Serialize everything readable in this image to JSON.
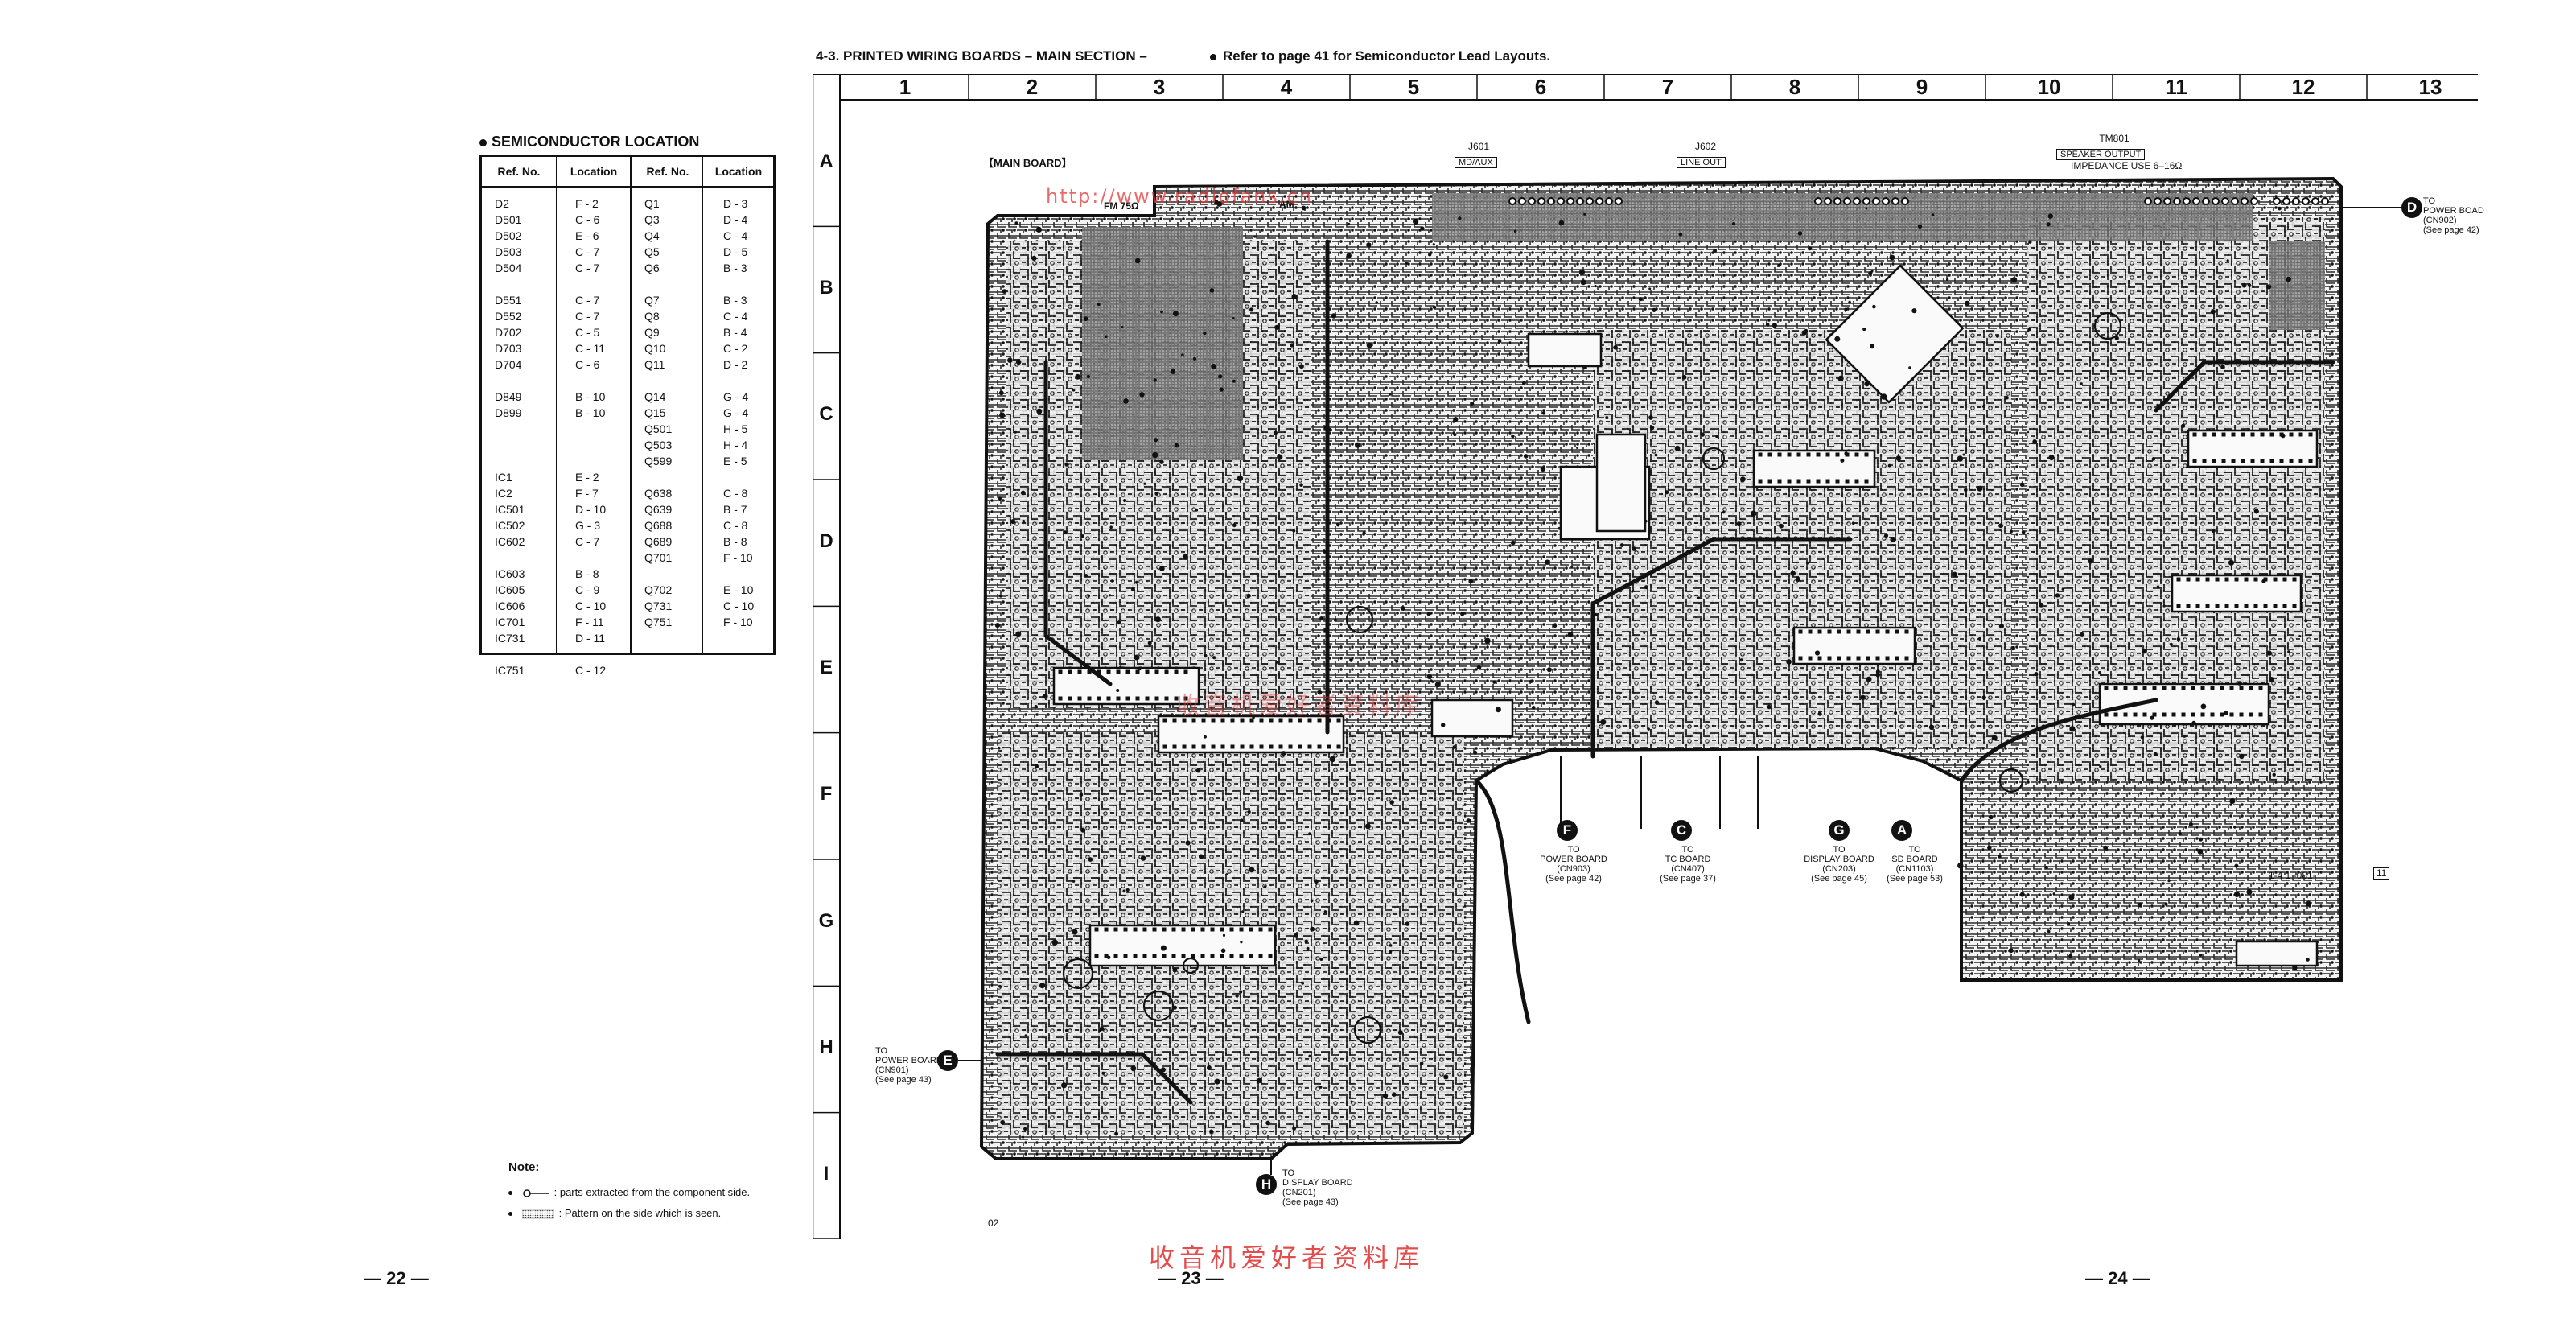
{
  "semiconductor_location": {
    "title": "SEMICONDUCTOR LOCATION",
    "headers": [
      "Ref. No.",
      "Location",
      "Ref. No.",
      "Location"
    ],
    "left_refs": [
      "D2",
      "D501",
      "D502",
      "D503",
      "D504",
      "",
      "D551",
      "D552",
      "D702",
      "D703",
      "D704",
      "",
      "D849",
      "D899",
      "",
      "",
      "",
      "IC1",
      "IC2",
      "IC501",
      "IC502",
      "IC602",
      "",
      "IC603",
      "IC605",
      "IC606",
      "IC701",
      "IC731",
      "",
      "IC751"
    ],
    "left_locs": [
      "F - 2",
      "C - 6",
      "E - 6",
      "C - 7",
      "C - 7",
      "",
      "C - 7",
      "C - 7",
      "C - 5",
      "C - 11",
      "C - 6",
      "",
      "B - 10",
      "B - 10",
      "",
      "",
      "",
      "E - 2",
      "F - 7",
      "D - 10",
      "G - 3",
      "C - 7",
      "",
      "B - 8",
      "C - 9",
      "C - 10",
      "F - 11",
      "D - 11",
      "",
      "C - 12"
    ],
    "right_refs": [
      "Q1",
      "Q3",
      "Q4",
      "Q5",
      "Q6",
      "",
      "Q7",
      "Q8",
      "Q9",
      "Q10",
      "Q11",
      "",
      "Q14",
      "Q15",
      "Q501",
      "Q503",
      "Q599",
      "",
      "Q638",
      "Q639",
      "Q688",
      "Q689",
      "Q701",
      "",
      "Q702",
      "Q731",
      "Q751"
    ],
    "right_locs": [
      "D - 3",
      "D - 4",
      "C - 4",
      "D - 5",
      "B - 3",
      "",
      "B - 3",
      "C - 4",
      "B - 4",
      "C - 2",
      "D - 2",
      "",
      "G - 4",
      "G - 4",
      "H - 5",
      "H - 4",
      "E - 5",
      "",
      "C - 8",
      "B - 7",
      "C - 8",
      "B - 8",
      "F - 10",
      "",
      "E - 10",
      "C - 10",
      "F - 10"
    ]
  },
  "note": {
    "title": "Note:",
    "line1": ": parts extracted from the component side.",
    "line2": ": Pattern on the side which is seen."
  },
  "pages": {
    "left": "— 22 —",
    "middle": "— 23 —",
    "right": "— 24 —"
  },
  "section": {
    "title": "4-3. PRINTED WIRING BOARDS – MAIN SECTION –",
    "ref": "Refer to page 41 for Semiconductor Lead Layouts."
  },
  "grid": {
    "columns": [
      "1",
      "2",
      "3",
      "4",
      "5",
      "6",
      "7",
      "8",
      "9",
      "10",
      "11",
      "12",
      "13"
    ],
    "rows": [
      "A",
      "B",
      "C",
      "D",
      "E",
      "F",
      "G",
      "H",
      "I"
    ]
  },
  "board": {
    "name": "【MAIN BOARD】",
    "j601": "J601",
    "j601_box": "MD/AUX",
    "j602": "J602",
    "j602_box": "LINE OUT",
    "tm801": "TM801",
    "tm801_box": "SPEAKER OUTPUT",
    "impedance": "IMPEDANCE USE 6–16Ω",
    "fm_label": "FM 75Ω",
    "am_label": "AM",
    "code": "02",
    "code_right": "1-4 1 -081-",
    "corner_mark": "11"
  },
  "connectors": [
    {
      "letter": "D",
      "lines": [
        "TO",
        "POWER BOAD",
        "(CN902)",
        "(See page 42)"
      ]
    },
    {
      "letter": "F",
      "lines": [
        "TO",
        "POWER BOARD",
        "(CN903)",
        "(See page 42)"
      ]
    },
    {
      "letter": "C",
      "lines": [
        "TO",
        "TC BOARD",
        "(CN407)",
        "(See page 37)"
      ]
    },
    {
      "letter": "G",
      "lines": [
        "TO",
        "DISPLAY BOARD",
        "(CN203)",
        "(See page 45)"
      ]
    },
    {
      "letter": "A",
      "lines": [
        "TO",
        "SD BOARD",
        "(CN1103)",
        "(See page 53)"
      ]
    },
    {
      "letter": "E",
      "lines": [
        "TO",
        "POWER BOARD",
        "(CN901)",
        "(See page 43)"
      ]
    },
    {
      "letter": "H",
      "lines": [
        "TO",
        "DISPLAY BOARD",
        "(CN201)",
        "(See page 43)"
      ]
    }
  ],
  "watermarks": {
    "url": "http://www.radiofans.cn",
    "mid": "收音机爱好者资料库",
    "bottom": "收音机爱好者资料库"
  }
}
